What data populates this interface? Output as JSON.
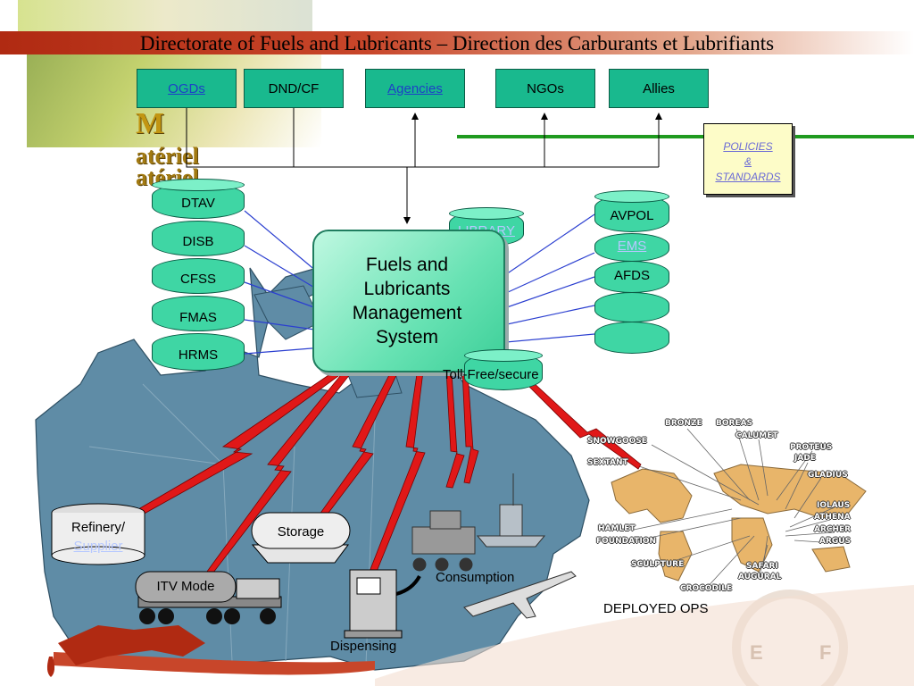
{
  "title": "Directorate of Fuels and Lubricants – Direction des Carburants et Lubrifiants",
  "logo_text": [
    "atériel",
    "atériel"
  ],
  "top_boxes": [
    {
      "label": "OGDs",
      "link": true
    },
    {
      "label": "DND/CF",
      "link": false
    },
    {
      "label": "Agencies",
      "link": true
    },
    {
      "label": "NGOs",
      "link": false
    },
    {
      "label": "Allies",
      "link": false
    }
  ],
  "policies": {
    "line1": "POLICIES",
    "line2": "&",
    "line3": "STANDARDS"
  },
  "left_stack": [
    "DTAV",
    "DISB",
    "CFSS",
    "FMAS",
    "HRMS"
  ],
  "right_stack": [
    "AVPOL",
    "EMS",
    "AFDS",
    "",
    ""
  ],
  "library": "LIBRARY",
  "central": {
    "line1": "Fuels and",
    "line2": "Lubricants",
    "line3": "Management",
    "line4": "System"
  },
  "toll_free": "Toll-Free/secure",
  "nodes": {
    "refinery_1": "Refinery/",
    "refinery_2": "Supplier",
    "storage": "Storage",
    "itv": "ITV Mode",
    "dispensing": "Dispensing",
    "consumption": "Consumption",
    "deployed": "DEPLOYED OPS"
  },
  "operations": [
    "BRONZE",
    "BOREAS",
    "CALUMET",
    "SNOWGOOSE",
    "PROTEUS",
    "SEXTANT",
    "JADE",
    "GLADIUS",
    "IOLAUS",
    "ATHENA",
    "HAMLET",
    "ARCHER",
    "FOUNDATION",
    "ARGUS",
    "SCULPTURE",
    "SAFARI",
    "AUGURAL",
    "CROCODILE"
  ],
  "gauge": {
    "e": "E",
    "f": "F"
  },
  "colors": {
    "box": "#19b98e",
    "cylinder": "#3fd6a4",
    "arrow": "#2b3fd0",
    "bolt": "#e01818",
    "map": "#5f8ca6",
    "accent_line": "#1f9a1f"
  }
}
